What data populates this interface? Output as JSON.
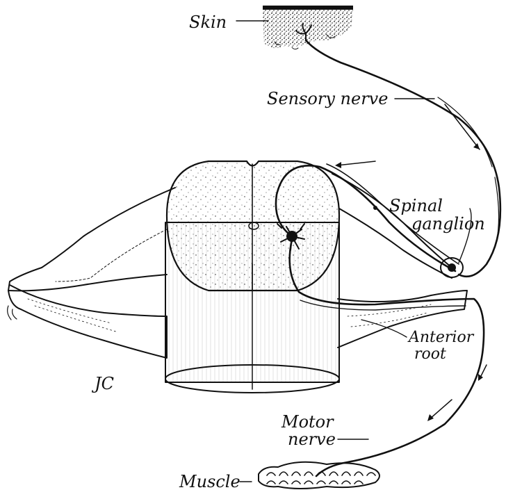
{
  "labels": {
    "skin": "Skin",
    "sensory_nerve": "Sensory nerve",
    "spinal_ganglion_line1": "Spinal",
    "spinal_ganglion_line2": "ganglion",
    "anterior_root_line1": "Anterior",
    "anterior_root_line2": "root",
    "motor_nerve_line1": "Motor",
    "motor_nerve_line2": "nerve",
    "muscle": "Muscle",
    "monogram": "JC"
  },
  "colors": {
    "ink": "#111111",
    "paper": "#ffffff"
  }
}
